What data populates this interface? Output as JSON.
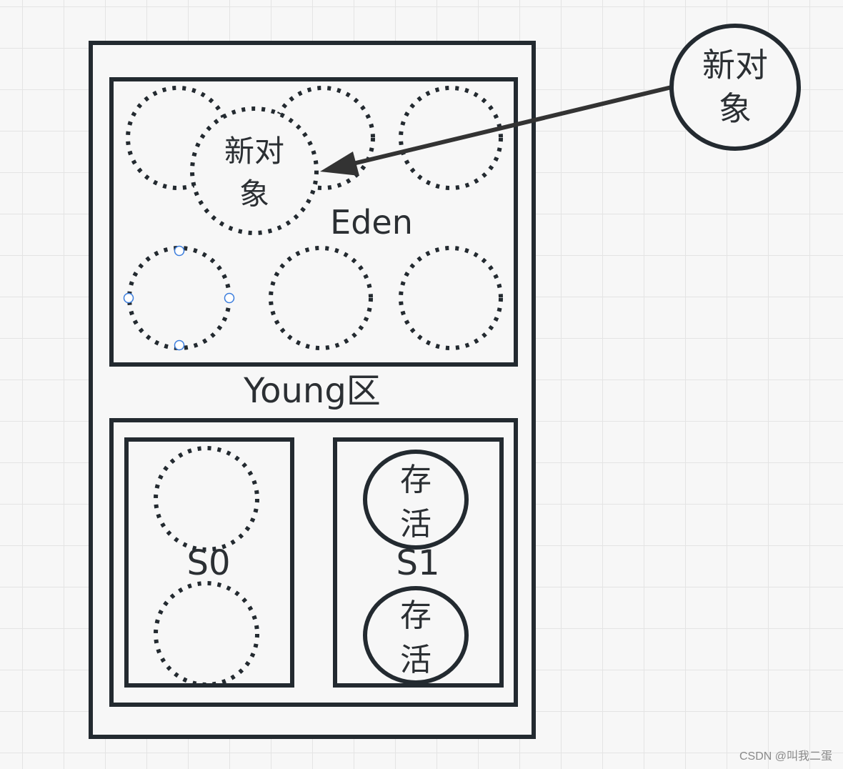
{
  "colors": {
    "stroke": "#232a30",
    "grid": "#e4e4e4",
    "background": "#f7f7f7",
    "handle": "#3b7ddd"
  },
  "new_object": {
    "line1": "新对",
    "line2": "象"
  },
  "eden": {
    "label": "Eden",
    "new_object_line1": "新对",
    "new_object_line2": "象"
  },
  "young": {
    "label": "Young区"
  },
  "s0": {
    "label": "S0"
  },
  "s1": {
    "label": "S1",
    "survivor_line1": "存",
    "survivor_line2": "活"
  },
  "watermark": "CSDN @叫我二蛋"
}
